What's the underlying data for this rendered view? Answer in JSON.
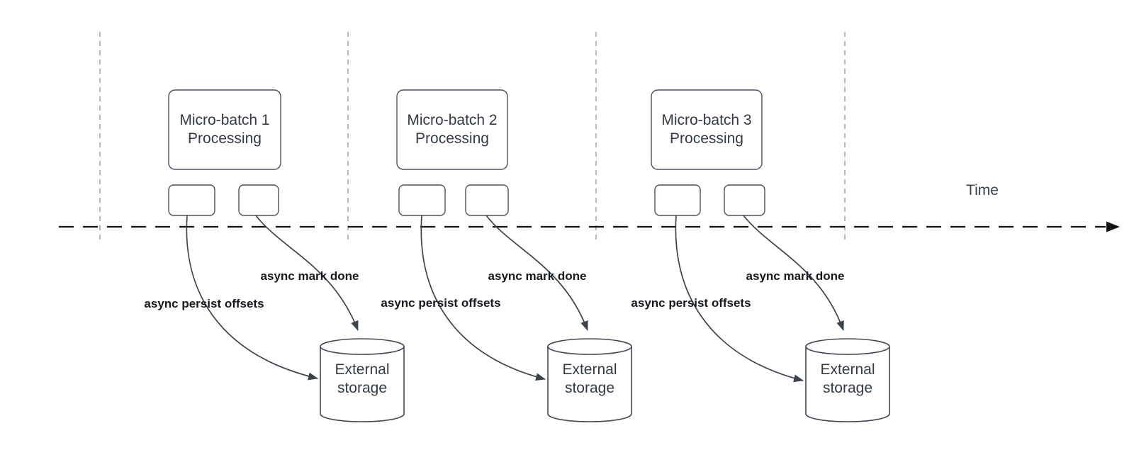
{
  "diagram": {
    "time_axis_label": "Time",
    "groups": [
      {
        "box_line1": "Micro-batch 1",
        "box_line2": "Processing",
        "persist_label": "async persist offsets",
        "done_label": "async mark done",
        "storage_line1": "External",
        "storage_line2": "storage"
      },
      {
        "box_line1": "Micro-batch 2",
        "box_line2": "Processing",
        "persist_label": "async persist offsets",
        "done_label": "async mark done",
        "storage_line1": "External",
        "storage_line2": "storage"
      },
      {
        "box_line1": "Micro-batch 3",
        "box_line2": "Processing",
        "persist_label": "async persist offsets",
        "done_label": "async mark done",
        "storage_line1": "External",
        "storage_line2": "storage"
      }
    ],
    "colors": {
      "background": "#ffffff",
      "node_border": "#4a515c",
      "node_text": "#343a43",
      "arrow": "#3d434d",
      "label_text": "#15181d",
      "guide_line": "#b9b9b9",
      "time_axis": "#121212"
    }
  }
}
